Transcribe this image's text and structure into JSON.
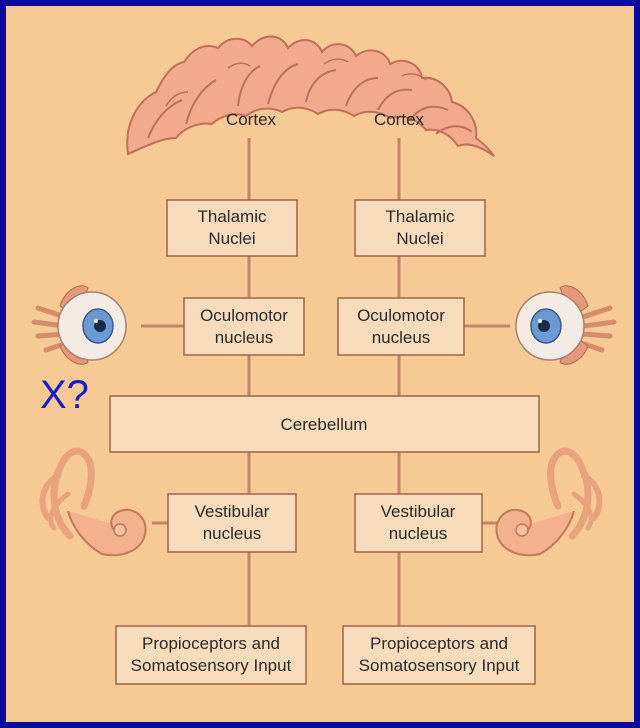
{
  "colors": {
    "frame": "#0a0a9c",
    "background": "#f6c995",
    "box_fill": "#f8dcbb",
    "box_border": "#a0624a",
    "connector": "#c4826b",
    "question_mark": "#1a1acc"
  },
  "labels": {
    "cortex_left": "Cortex",
    "cortex_right": "Cortex",
    "thalamic_left": [
      "Thalamic",
      "Nuclei"
    ],
    "thalamic_right": [
      "Thalamic",
      "Nuclei"
    ],
    "oculomotor_left": [
      "Oculomotor",
      "nucleus"
    ],
    "oculomotor_right": [
      "Oculomotor",
      "nucleus"
    ],
    "cerebellum": "Cerebellum",
    "vestibular_left": [
      "Vestibular",
      "nucleus"
    ],
    "vestibular_right": [
      "Vestibular",
      "nucleus"
    ],
    "proprio_left": [
      "Propioceptors and",
      "Somatosensory Input"
    ],
    "proprio_right": [
      "Propioceptors and",
      "Somatosensory Input"
    ]
  },
  "annotation": "X?",
  "icons": {
    "brain": "cortex-illustration",
    "eye_left": "eye-icon",
    "eye_right": "eye-icon",
    "ear_left": "inner-ear-icon",
    "ear_right": "inner-ear-icon"
  }
}
